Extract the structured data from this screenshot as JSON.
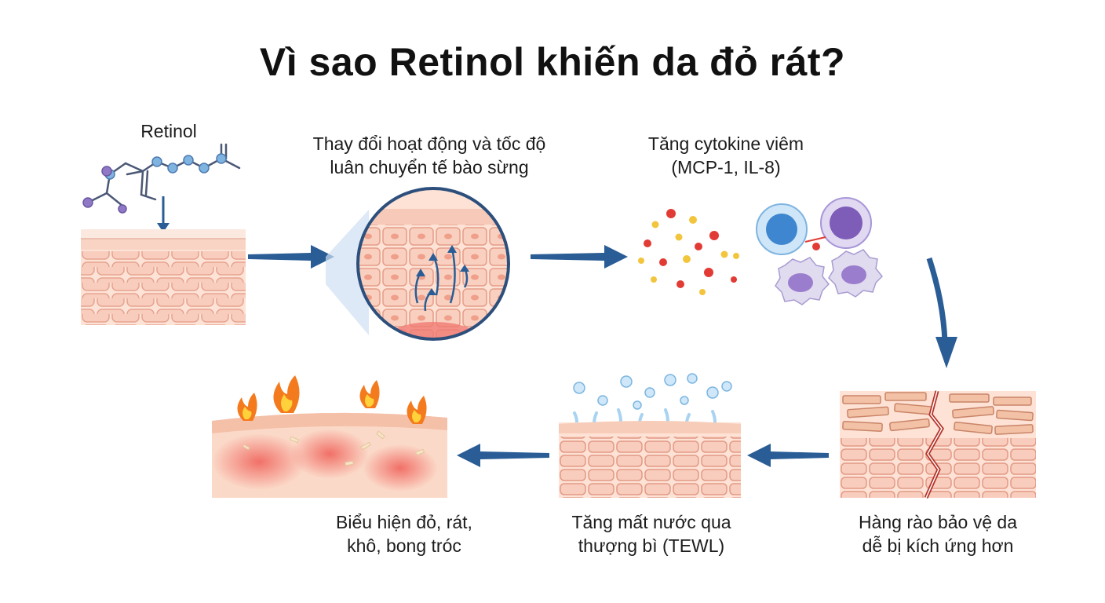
{
  "title": "Vì sao Retinol khiến da đỏ rát?",
  "molecule_label": "Retinol",
  "steps": [
    {
      "line1": "Thay đổi hoạt động và tốc độ",
      "line2": "luân chuyển tế bào sừng"
    },
    {
      "line1": "Tăng cytokine viêm",
      "line2": "(MCP-1, IL-8)"
    },
    {
      "line1": "Hàng rào bảo vệ da",
      "line2": "dễ bị kích ứng hơn"
    },
    {
      "line1": "Tăng mất nước qua",
      "line2": "thượng bì (TEWL)"
    },
    {
      "line1": "Biểu hiện đỏ, rát,",
      "line2": "khô, bong tróc"
    }
  ],
  "colors": {
    "arrow": "#2a5d95",
    "skin_light": "#fde4d8",
    "skin_cell": "#f6c3b3",
    "skin_line": "#e59b88",
    "inflammation": "#f06a63",
    "water_drop": "#8ec7ea",
    "flame": "#f47a1e"
  }
}
